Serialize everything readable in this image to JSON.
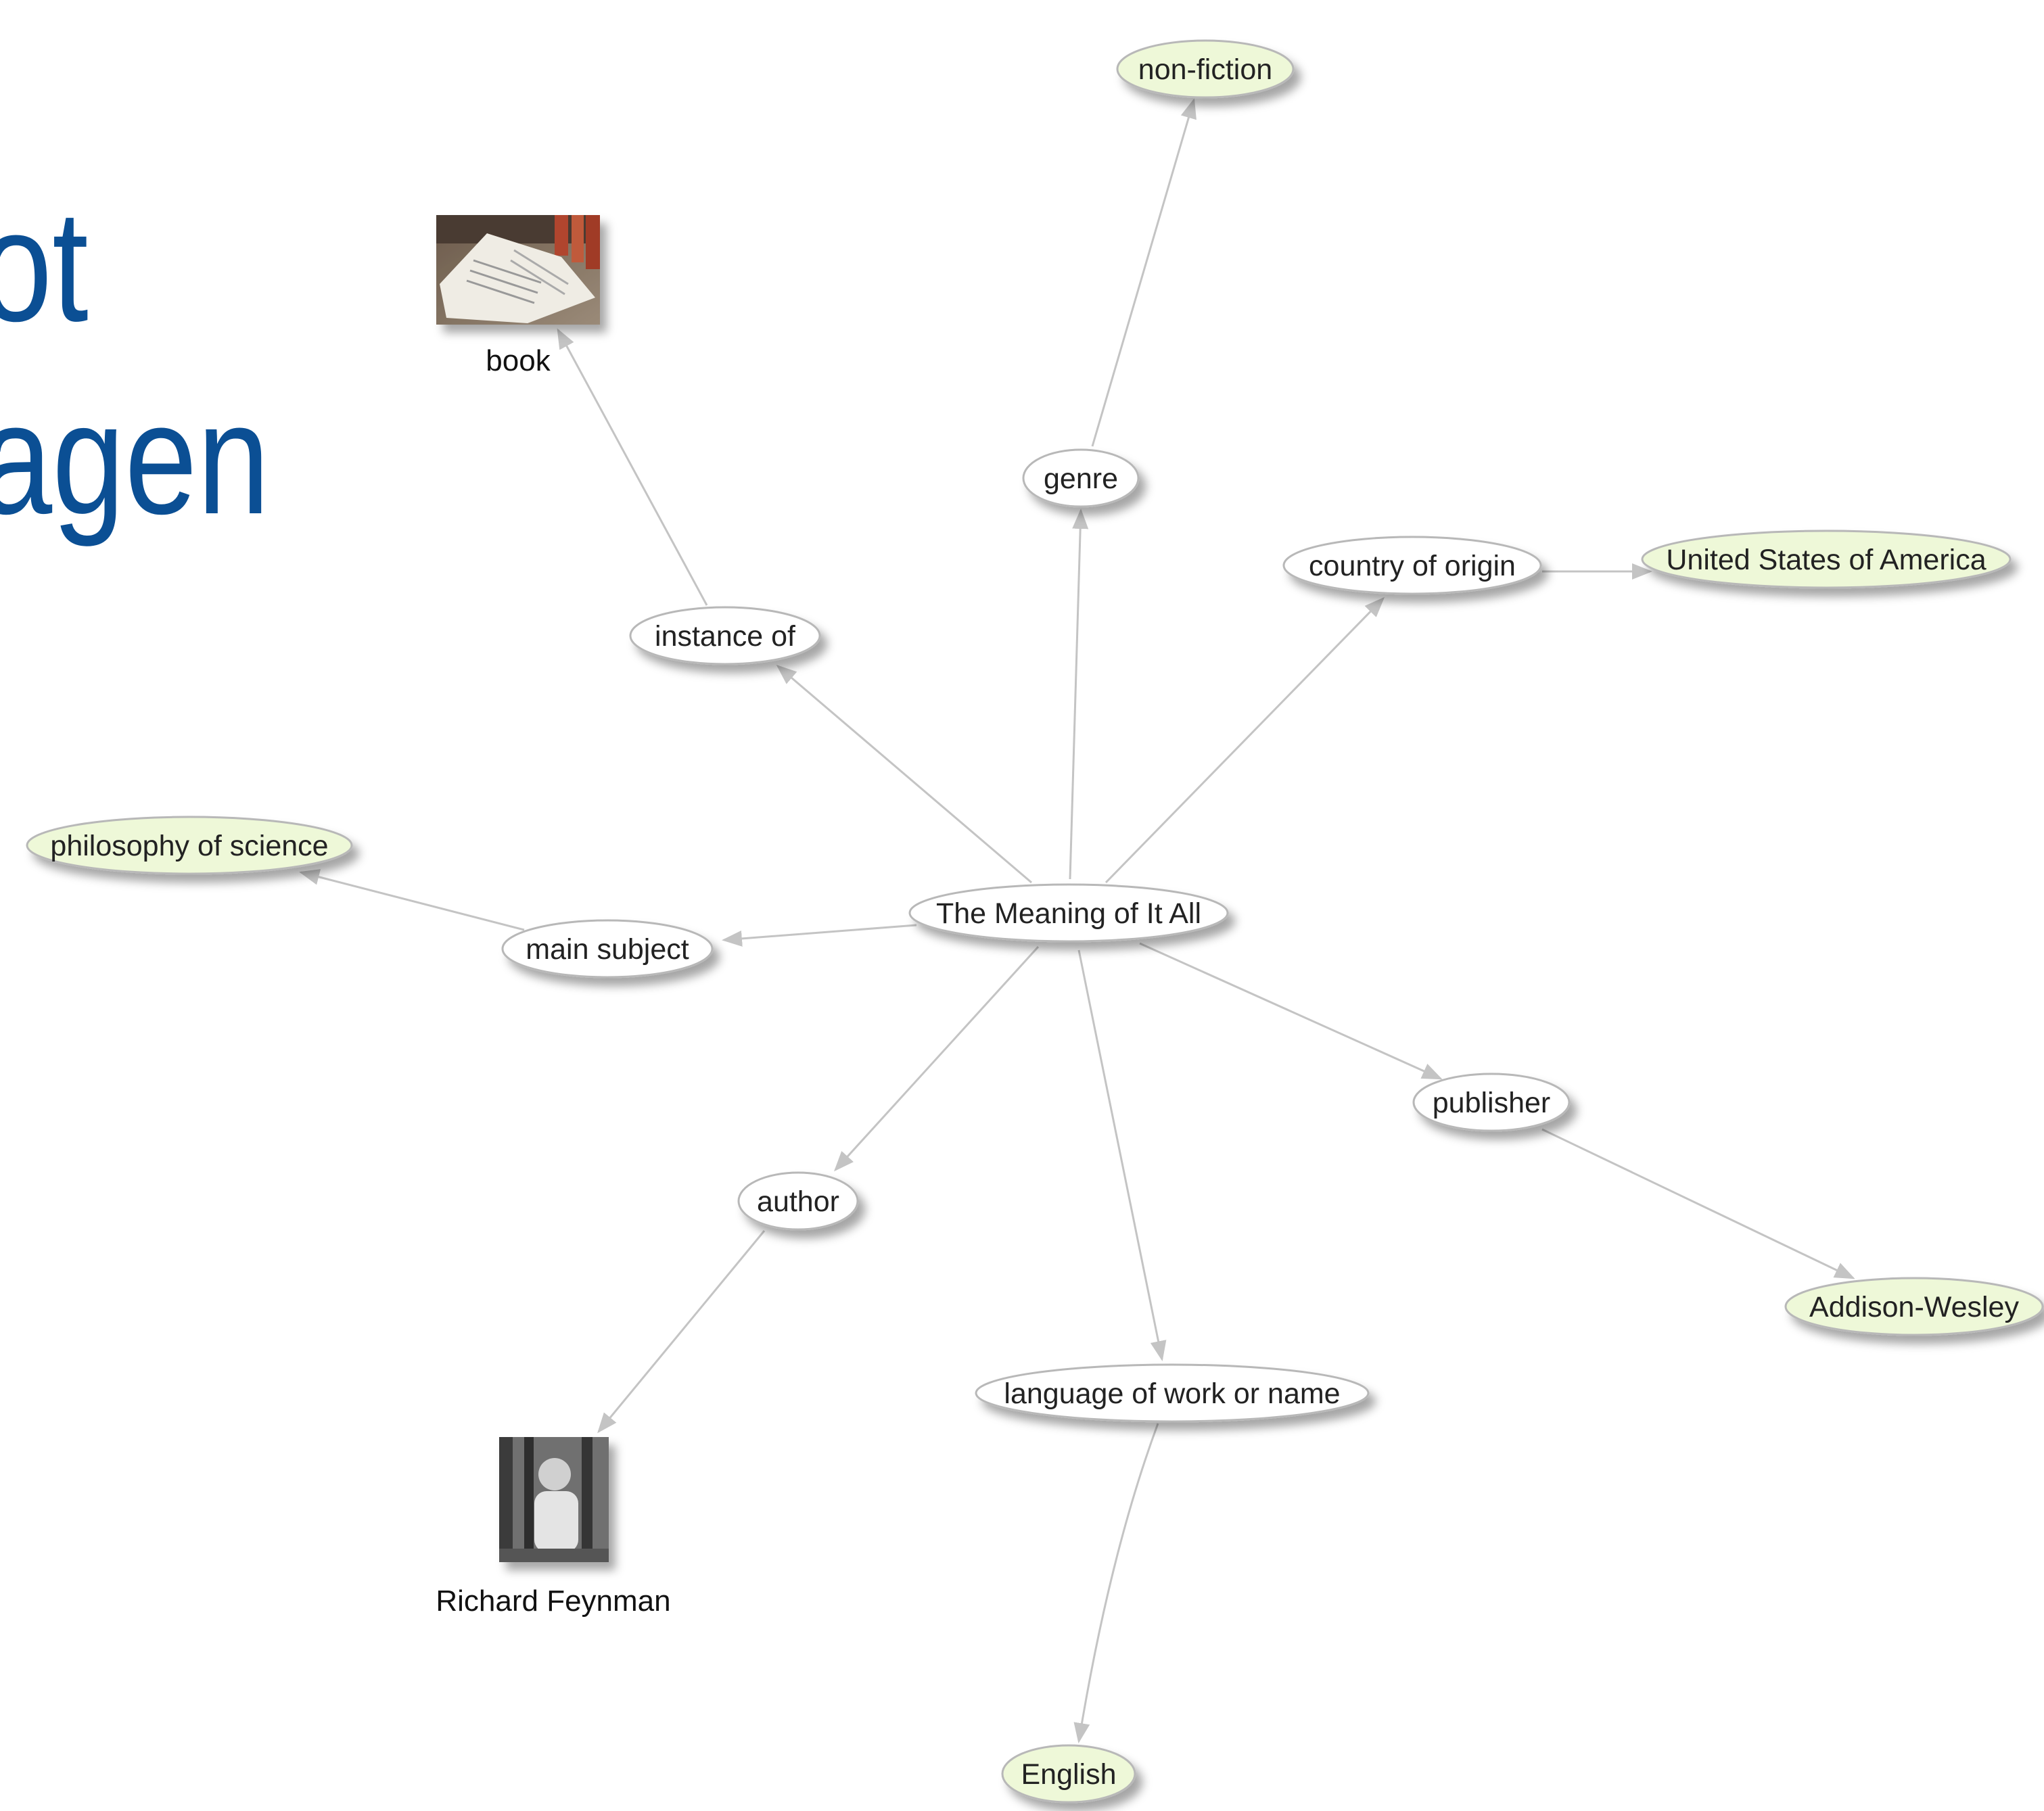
{
  "title_lines": [
    "ot",
    "agen"
  ],
  "colors": {
    "title": "#0b4f94",
    "edge": "#c4c4c4",
    "property_fill": "#ffffff",
    "value_fill": "#eef8d8",
    "node_stroke": "#b8b8b8"
  },
  "graph": {
    "center": {
      "label": "The Meaning of It All"
    },
    "properties": [
      {
        "label": "instance of"
      },
      {
        "label": "genre"
      },
      {
        "label": "country of origin"
      },
      {
        "label": "main subject"
      },
      {
        "label": "publisher"
      },
      {
        "label": "author"
      },
      {
        "label": "language of work or name"
      }
    ],
    "values": [
      {
        "label": "non-fiction"
      },
      {
        "label": "United States of America"
      },
      {
        "label": "philosophy of science"
      },
      {
        "label": "Addison-Wesley"
      },
      {
        "label": "English"
      }
    ],
    "image_values": [
      {
        "label": "book",
        "icon": "book-photo"
      },
      {
        "label": "Richard Feynman",
        "icon": "person-photo"
      }
    ]
  }
}
